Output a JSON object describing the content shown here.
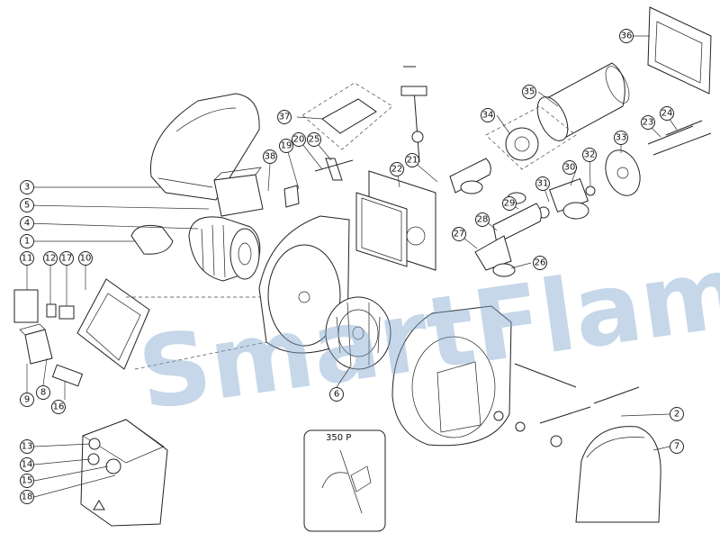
{
  "watermark": {
    "text": "SmartFlam",
    "color": "#7ea7cf"
  },
  "inset": {
    "label": "350 P"
  },
  "callouts": {
    "c1": "1",
    "c2": "2",
    "c3": "3",
    "c4": "4",
    "c5": "5",
    "c6": "6",
    "c7": "7",
    "c8": "8",
    "c9": "9",
    "c10": "10",
    "c11": "11",
    "c12": "12",
    "c13": "13",
    "c14": "14",
    "c15": "15",
    "c16": "16",
    "c17": "17",
    "c18": "18",
    "c19": "19",
    "c20": "20",
    "c21": "21",
    "c22": "22",
    "c23": "23",
    "c24": "24",
    "c25": "25",
    "c26": "26",
    "c27": "27",
    "c28": "28",
    "c29": "29",
    "c30": "30",
    "c31": "31",
    "c32": "32",
    "c33": "33",
    "c34": "34",
    "c35": "35",
    "c36": "36",
    "c37": "37",
    "c38": "38"
  }
}
